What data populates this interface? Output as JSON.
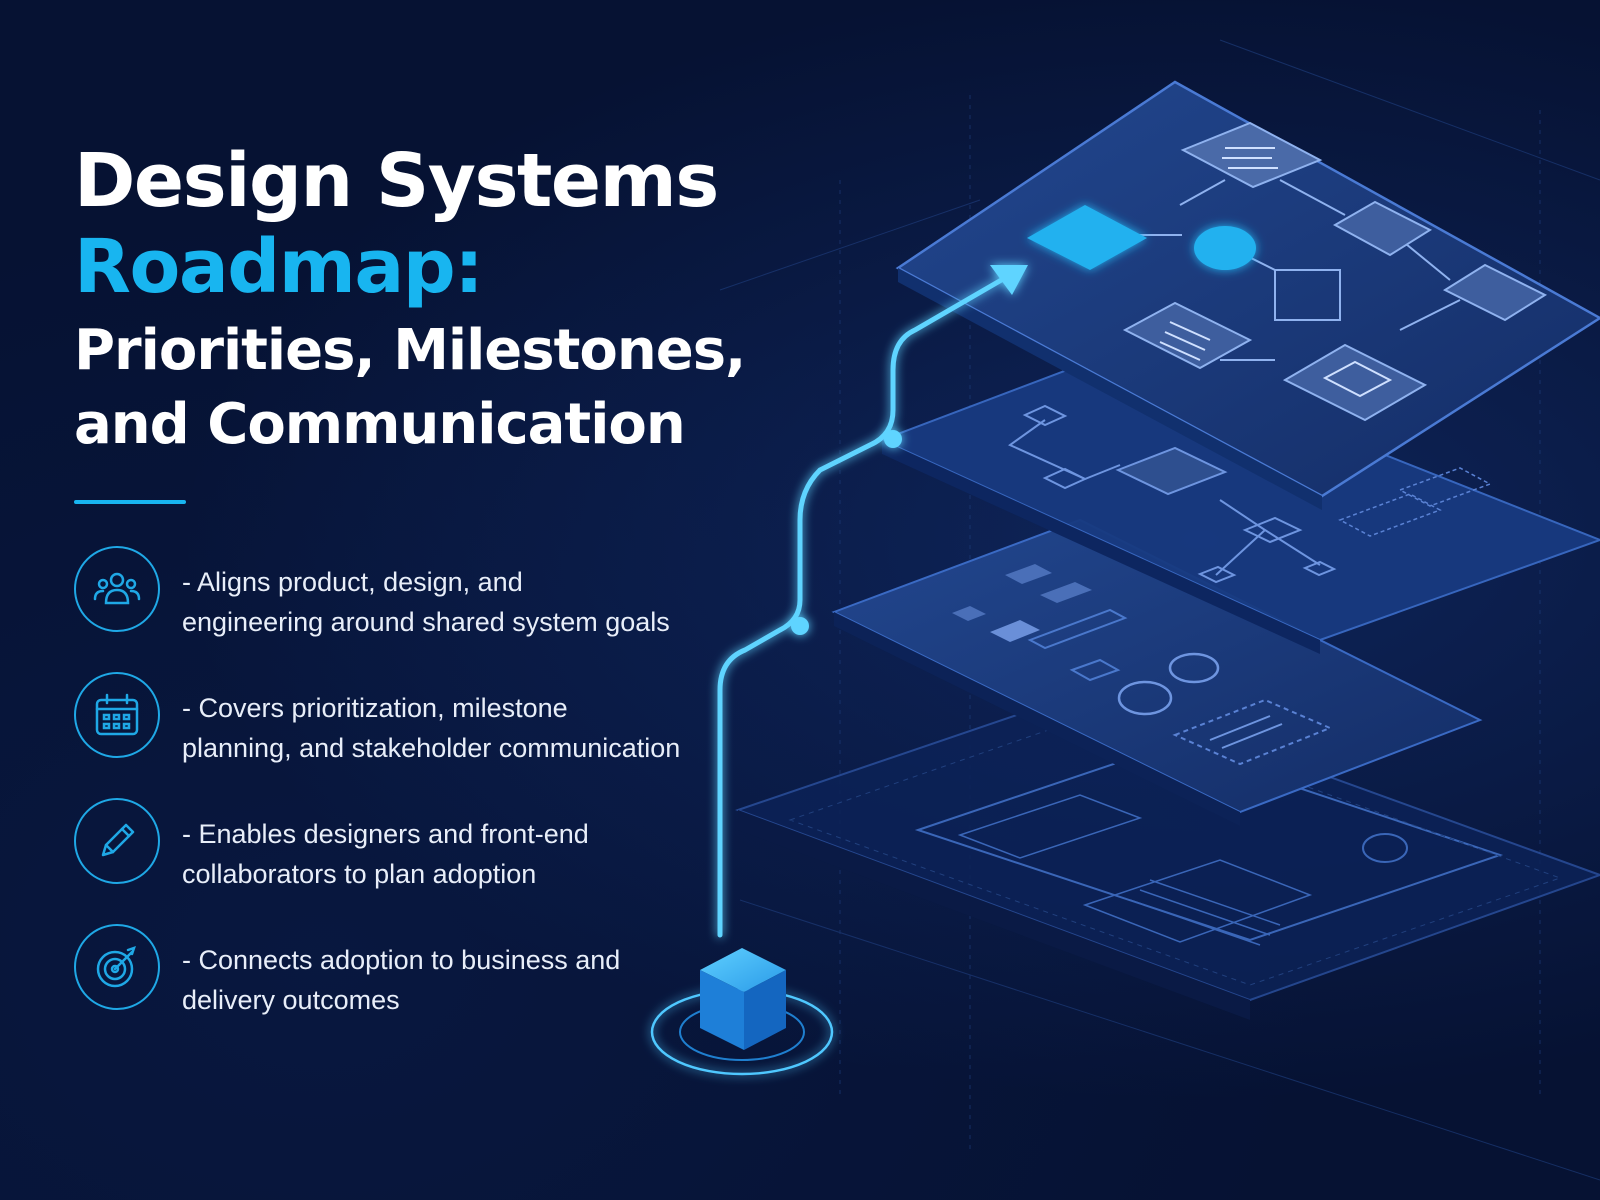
{
  "title": {
    "line1": "Design Systems",
    "line2": "Roadmap:",
    "line3": "Priorities, Milestones,\nand Communication"
  },
  "bullets": [
    {
      "icon": "users-icon",
      "text": "- Aligns product, design, and\n   engineering around shared system goals"
    },
    {
      "icon": "calendar-icon",
      "text": "- Covers prioritization, milestone\n   planning, and stakeholder communication"
    },
    {
      "icon": "pencil-icon",
      "text": "- Enables designers and front-end\n   collaborators to plan adoption"
    },
    {
      "icon": "target-icon",
      "text": "- Connects adoption to business and\n   delivery outcomes"
    }
  ],
  "colors": {
    "background": "#061233",
    "accent": "#18b5f0",
    "layer": "#1a3a7a"
  }
}
